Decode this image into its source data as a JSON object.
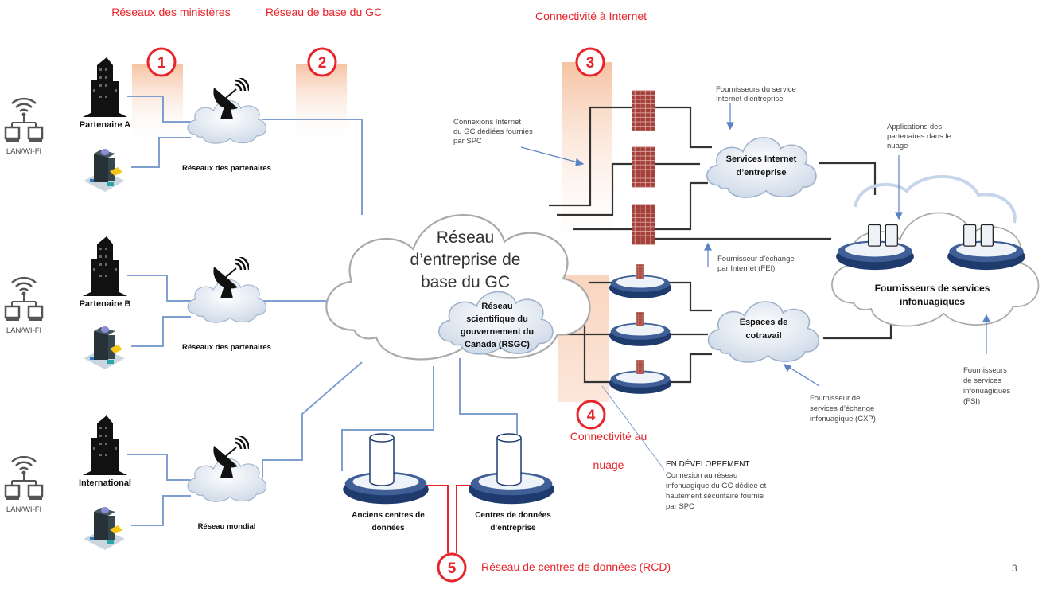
{
  "headers": {
    "ministries": "Réseaux des ministères",
    "gc_base": "Réseau de base du GC",
    "internet": "Connectivité à Internet",
    "cloud_1": "Connectivité au",
    "cloud_2": "nuage",
    "dcn": "Réseau de centres de données (RCD)"
  },
  "markers": [
    "1",
    "2",
    "3",
    "4",
    "5"
  ],
  "lan_label": "LAN/WI-FI",
  "partners": [
    {
      "name": "Partenaire A",
      "network": "Réseaux des partenaires"
    },
    {
      "name": "Partenaire B",
      "network": "Réseaux des partenaires"
    },
    {
      "name": "International",
      "network": "Réseau mondial"
    }
  ],
  "core": {
    "line1": "Réseau",
    "line2": "d’entreprise de",
    "line3": "base du GC"
  },
  "rsgc": [
    "Réseau",
    "scientifique du",
    "gouvernement du",
    "Canada (RSGC)"
  ],
  "internet_services": [
    "Services Internet",
    "d’entreprise"
  ],
  "cowork": [
    "Espaces de",
    "cotravail"
  ],
  "cloud_providers": [
    "Fournisseurs de services",
    "infonuagiques"
  ],
  "datacenters": {
    "legacy": [
      "Anciens centres de",
      "données"
    ],
    "enterprise": [
      "Centres de données",
      "d’entreprise"
    ]
  },
  "notes": {
    "dedicated": [
      "Connexions Internet",
      "du GC dédiées fournies",
      "par SPC"
    ],
    "isp": [
      "Fournisseurs du service",
      "Internet d’entreprise"
    ],
    "partner_apps": [
      "Applications des",
      "partenaires dans le",
      "nuage"
    ],
    "ixp": [
      "Fournisseur d’échange",
      "par Internet (FEI)"
    ],
    "cxp": [
      "Fournisseur de",
      "services d’échange",
      "infonuagique (CXP)"
    ],
    "csp": [
      "Fournisseurs",
      "de services",
      "infonuagiques",
      "(FSI)"
    ],
    "dev_title": "EN DÉVELOPPEMENT",
    "dev": [
      "Connexion au réseau",
      "infonuagique du GC dédiée et",
      "hautement sécuritaire fournie",
      "par SPC"
    ]
  },
  "page_number": "3",
  "colors": {
    "accent_red": "#e8232a",
    "band": "#f6c9ad",
    "link_blue": "#7f9fd1",
    "firewall": "#9b3b36",
    "platform": "#1f3b6e"
  }
}
